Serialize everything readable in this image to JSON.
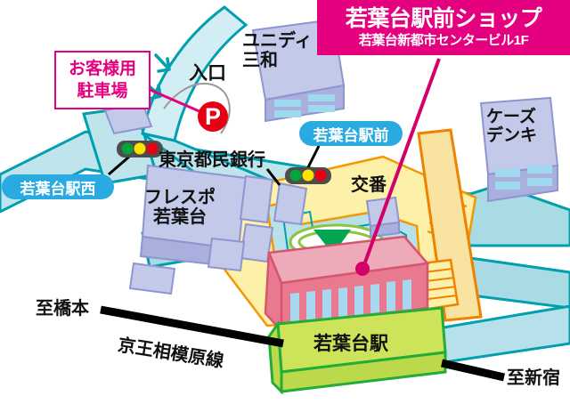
{
  "header": {
    "title": "若葉台駅前ショップ",
    "subtitle": "若葉台新都市センタービル1F",
    "background_color": "#e4007f",
    "text_color": "#ffffff"
  },
  "callouts": {
    "parking": {
      "line1": "お客様用",
      "line2": "駐車場",
      "border_color": "#e4007f",
      "text_color": "#e4007f"
    }
  },
  "pills": [
    {
      "label": "若葉台駅西",
      "color": "#29abe2"
    },
    {
      "label": "若葉台駅前",
      "color": "#29abe2"
    }
  ],
  "map_labels": {
    "unidy_line1": "ユニディ",
    "unidy_line2": "三和",
    "entrance": "入口",
    "bank": "東京都民銀行",
    "frespo_line1": "フレスポ",
    "frespo_line2": "若葉台",
    "kezu_line1": "ケーズ",
    "kezu_line2": "デンキ",
    "koban": "交番",
    "to_hashimoto": "至橋本",
    "to_shinjuku": "至新宿",
    "rail_line": "京王相模原線",
    "station_box": "若葉台駅"
  },
  "markers": {
    "parking_letter": "P",
    "parking_marker_color": "#e60012",
    "pointer_color": "#d4006a",
    "traffic_signal_lights": [
      "#00a63c",
      "#ffe200",
      "#e60012"
    ],
    "traffic_signal_body": "#4d4d4d"
  },
  "palette": {
    "road_fill": "#bfe4ec",
    "road_edge": "#00a0b0",
    "plaza_yellow": "#fdf0a8",
    "plaza_orange_edge": "#f39800",
    "building_blue": "#c3c9e9",
    "building_blue_dark": "#a9b0dd",
    "target_building": "#e8798f",
    "target_building_top": "#edaab8",
    "station_green": "#cde35a",
    "station_green_edge": "#22ac38",
    "deck_yellow": "#f8e3a0",
    "deck_edge": "#ef8200",
    "rail_black": "#000000",
    "grass_green": "#8cc63f",
    "background": "#ffffff"
  }
}
